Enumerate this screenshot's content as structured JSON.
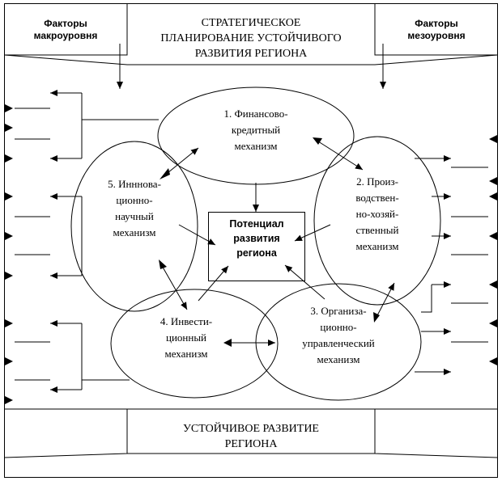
{
  "header": {
    "macro_label": "Факторы\nмакроуровня",
    "title": "СТРАТЕГИЧЕСКОЕ\nПЛАНИРОВАНИЕ УСТОЙЧИВОГО\nРАЗВИТИЯ РЕГИОНА",
    "meso_label": "Факторы\nмезоуровня"
  },
  "mechanisms": {
    "financial": "1. Финансово-\nкредитный\nмеханизм",
    "production": "2. Произ-\nводствен-\nно-хозяй-\nственный\nмеханизм",
    "organizational": "3. Организа-\nционно-\nуправленческий\nмеханизм",
    "investment": "4. Инвести-\nционный\nмеханизм",
    "innovation": "5. Инннова-\nционно-\nнаучный\nмеханизм"
  },
  "center": {
    "label": "Потенциал\nразвития\nрегиона"
  },
  "footer": {
    "title": "УСТОЙЧИВОЕ РАЗВИТИЕ\nРЕГИОНА"
  }
}
